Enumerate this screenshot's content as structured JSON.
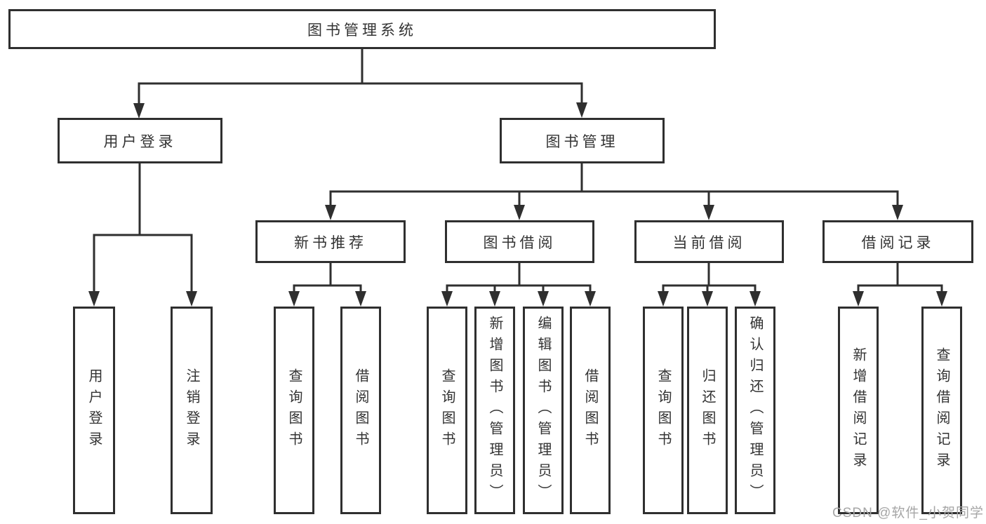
{
  "tree": {
    "root": {
      "label": "图书管理系统",
      "children": [
        {
          "label": "用户登录",
          "children": [
            {
              "label": "用户登录"
            },
            {
              "label": "注销登录"
            }
          ]
        },
        {
          "label": "图书管理",
          "children": [
            {
              "label": "新书推荐",
              "children": [
                {
                  "label": "查询图书"
                },
                {
                  "label": "借阅图书"
                }
              ]
            },
            {
              "label": "图书借阅",
              "children": [
                {
                  "label": "查询图书"
                },
                {
                  "label": "新增图书（管理员）"
                },
                {
                  "label": "编辑图书（管理员）"
                },
                {
                  "label": "借阅图书"
                }
              ]
            },
            {
              "label": "当前借阅",
              "children": [
                {
                  "label": "查询图书"
                },
                {
                  "label": "归还图书"
                },
                {
                  "label": "确认归还（管理员）"
                }
              ]
            },
            {
              "label": "借阅记录",
              "children": [
                {
                  "label": "新增借阅记录"
                },
                {
                  "label": "查询借阅记录"
                }
              ]
            }
          ]
        }
      ]
    }
  },
  "watermark": "CSDN @软件_小贺同学",
  "colors": {
    "line": "#2f2f2f",
    "box_border": "#2f2f2f",
    "box_fill": "#ffffff",
    "text": "#333333",
    "watermark": "#a6a6a6"
  }
}
